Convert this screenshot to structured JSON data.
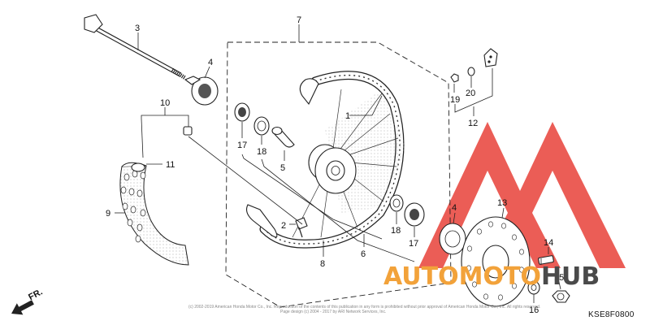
{
  "callouts": {
    "n1": "1",
    "n2": "2",
    "n3": "3",
    "n4a": "4",
    "n4b": "4",
    "n5": "5",
    "n6": "6",
    "n7": "7",
    "n8": "8",
    "n9": "9",
    "n10": "10",
    "n11": "11",
    "n12": "12",
    "n13": "13",
    "n14": "14",
    "n15": "15",
    "n16": "16",
    "n17a": "17",
    "n17b": "17",
    "n18a": "18",
    "n18b": "18",
    "n19": "19",
    "n20": "20"
  },
  "diagram_code": "KSE8F0800",
  "direction_label": "FR.",
  "copyright_line1": "(c) 2002-2019 American Honda Motor Co., Inc. Reproduction of the contents of this publication in any form is prohibited without prior approval of American Honda Motor Co., Inc. All rights reserved.",
  "copyright_line2": "Page design (c) 2004 - 2017 by ARI Network Services, Inc.",
  "watermark": {
    "part1": "AUTO",
    "part2": "MOTO",
    "part3": "HUB"
  },
  "colors": {
    "watermark_red": "#e8473f",
    "watermark_orange": "#f2a23a",
    "watermark_gray": "#4a4a4a",
    "line": "#222222"
  },
  "icons": {
    "direction": "forward-arrow-icon",
    "logo": "triangle-logo-icon"
  }
}
